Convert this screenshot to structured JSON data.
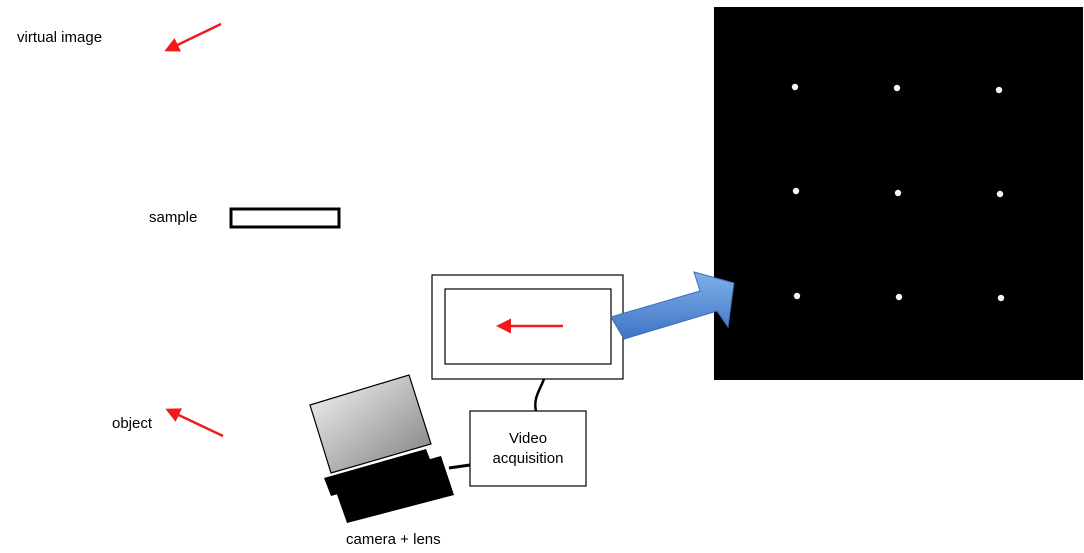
{
  "labels": {
    "virtual_image": "virtual image",
    "sample": "sample",
    "object": "object",
    "camera_lens": "camera + lens",
    "video_line1": "Video",
    "video_line2": "acquisition"
  },
  "colors": {
    "arrow_red": "#f01c1c",
    "pointer_blue": "#5b8fd6",
    "panel_black": "#000000",
    "dot": "#fff4e8"
  },
  "icons": [
    "virtual-image-arrow",
    "object-arrow",
    "monitor-arrow",
    "blue-pointer-arrow",
    "camera-icon"
  ],
  "dot_grid": {
    "rows": 3,
    "cols": 3
  }
}
